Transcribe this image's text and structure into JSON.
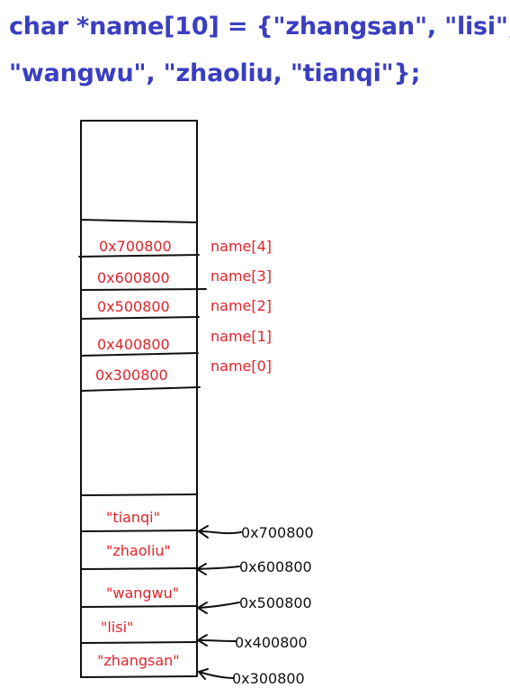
{
  "code": {
    "line1": "char *name[10] = {\"zhangsan\", \"lisi\",",
    "line2": "\"wangwu\", \"zhaoliu, \"tianqi\"};"
  },
  "pointer_array": [
    {
      "value": "0x700800",
      "label": "name[4]"
    },
    {
      "value": "0x600800",
      "label": "name[3]"
    },
    {
      "value": "0x500800",
      "label": "name[2]"
    },
    {
      "value": "0x400800",
      "label": "name[1]"
    },
    {
      "value": "0x300800",
      "label": "name[0]"
    }
  ],
  "strings": [
    {
      "text": "\"tianqi\"",
      "address": "0x700800"
    },
    {
      "text": "\"zhaoliu\"",
      "address": "0x600800"
    },
    {
      "text": "\"wangwu\"",
      "address": "0x500800"
    },
    {
      "text": "\"lisi\"",
      "address": "0x400800"
    },
    {
      "text": "\"zhangsan\"",
      "address": "0x300800"
    }
  ],
  "colors": {
    "code": "#3a3ec0",
    "annotation": "#e0242a",
    "line": "#111111"
  }
}
